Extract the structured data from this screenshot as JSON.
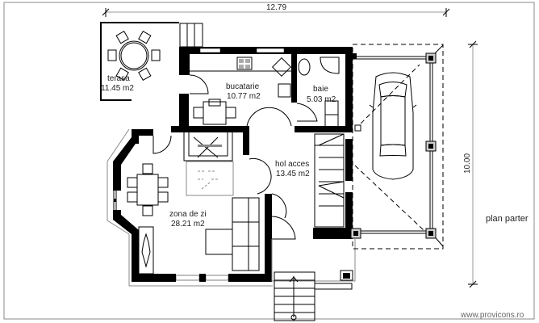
{
  "plan": {
    "title": "plan parter",
    "watermark": "www.provicons.ro",
    "dimensions": {
      "width_label": "12.79",
      "height_label": "10.00"
    },
    "rooms": [
      {
        "name": "terasa",
        "area": "11.45 m2"
      },
      {
        "name": "bucatarie",
        "area": "10.77 m2"
      },
      {
        "name": "baie",
        "area": "5.03 m2"
      },
      {
        "name": "hol acces",
        "area": "13.45 m2"
      },
      {
        "name": "zona de zi",
        "area": "28.21 m2"
      }
    ]
  },
  "colors": {
    "wall": "#000000",
    "line": "#000000",
    "frame": "#888888",
    "background": "#ffffff"
  }
}
